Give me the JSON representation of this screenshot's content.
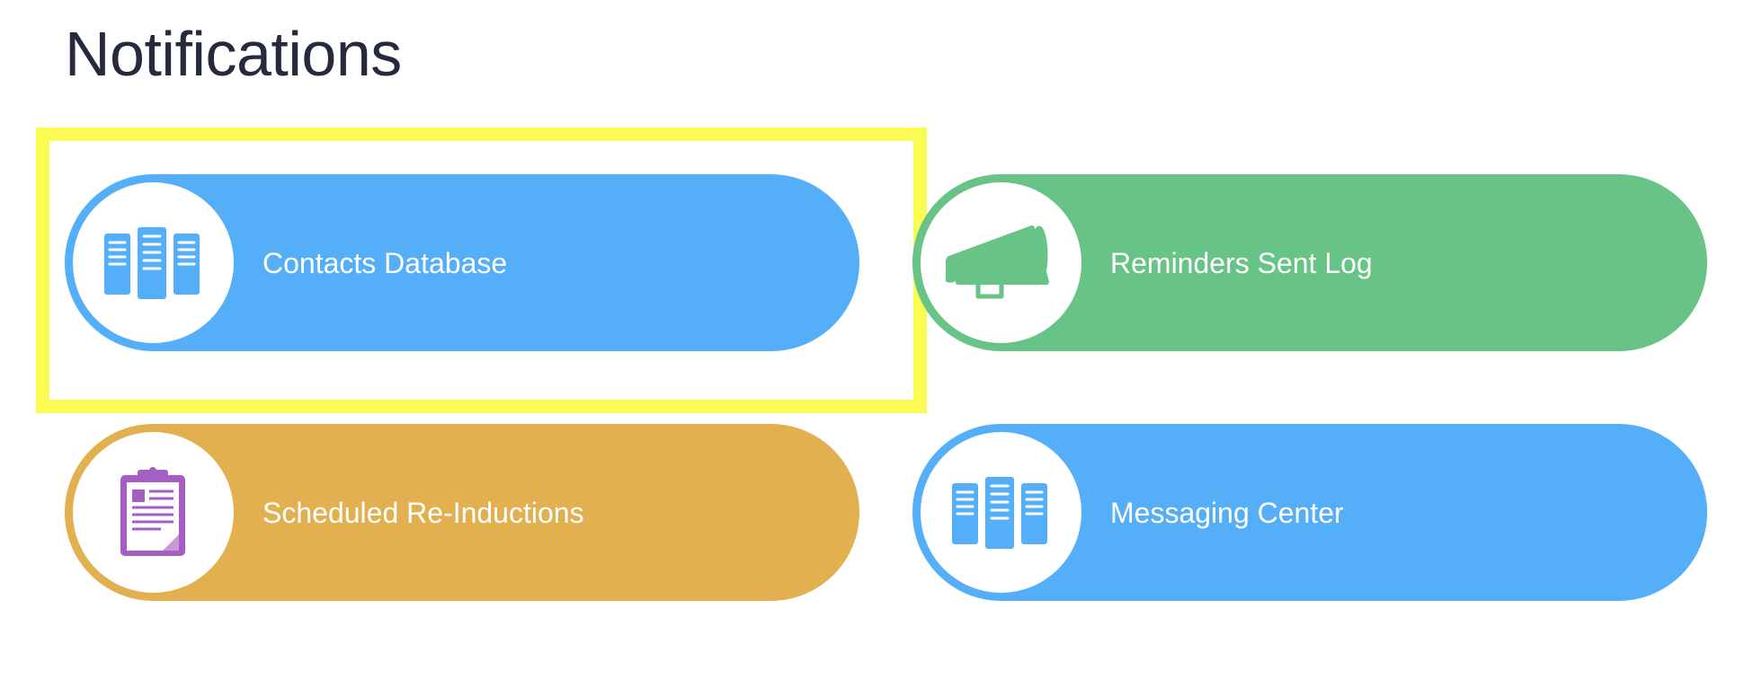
{
  "page": {
    "title": "Notifications"
  },
  "colors": {
    "blue": "#54aff8",
    "green": "#68c387",
    "orange": "#e3b050",
    "purple": "#a55fc4",
    "highlight": "#fbfb54",
    "title": "#262a3d"
  },
  "tiles": [
    {
      "label": "Contacts Database",
      "icon": "server-rack-icon",
      "color": "#54aff8",
      "highlighted": true
    },
    {
      "label": "Reminders Sent Log",
      "icon": "megaphone-icon",
      "color": "#68c387",
      "highlighted": false
    },
    {
      "label": "Scheduled Re-Inductions",
      "icon": "clipboard-icon",
      "color": "#e3b050",
      "highlighted": false
    },
    {
      "label": "Messaging Center",
      "icon": "server-rack-icon",
      "color": "#54aff8",
      "highlighted": false
    }
  ]
}
